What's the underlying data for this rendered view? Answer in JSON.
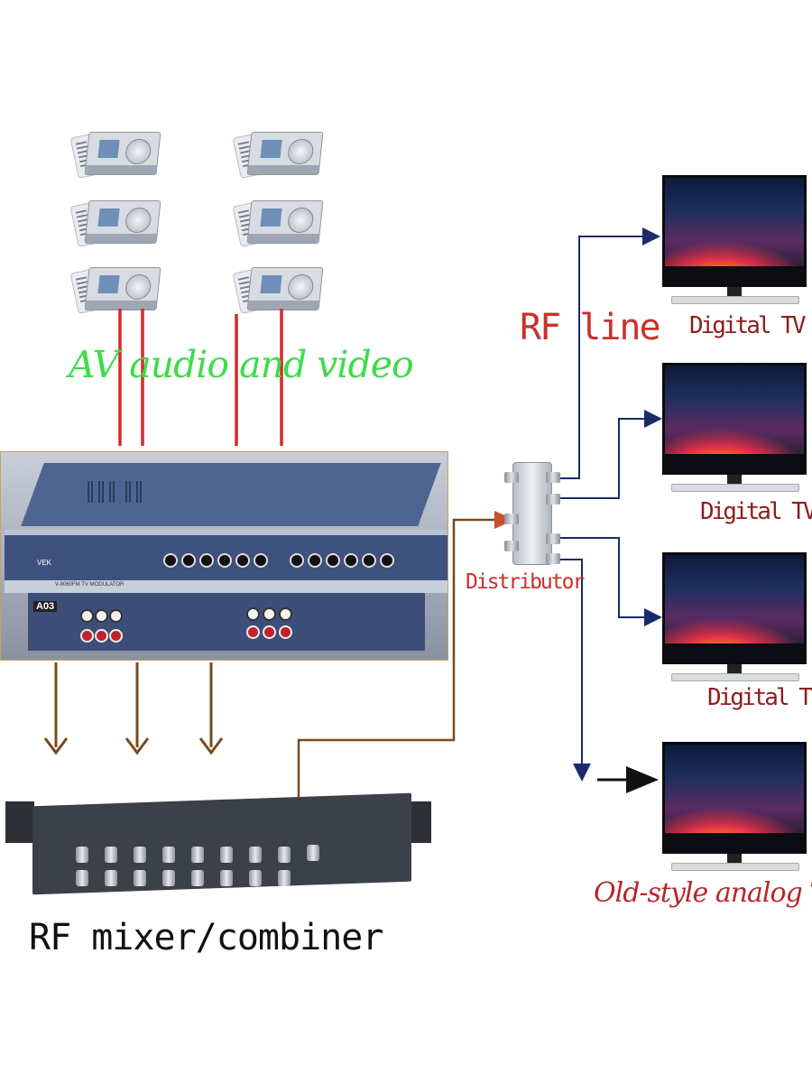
{
  "labels": {
    "av": "AV audio and video",
    "rf_line": "RF line",
    "distributor": "Distributor",
    "digital_tv_1": "Digital TV",
    "digital_tv_2": "Digital TV",
    "digital_tv_3": "Digital TV",
    "old_tv": "Old-style analog TV",
    "combiner": "RF mixer/combiner"
  },
  "modulator": {
    "brand": "VEK",
    "model": "V-8060FM TV MODULATOR",
    "badge": "A03"
  },
  "colors": {
    "av_text": "#3ddc4a",
    "red_label": "#c8312c",
    "av_cable": "#d42a2a",
    "brown_arrow": "#7a4a1c",
    "blue_arrow": "#1b2a6b"
  }
}
